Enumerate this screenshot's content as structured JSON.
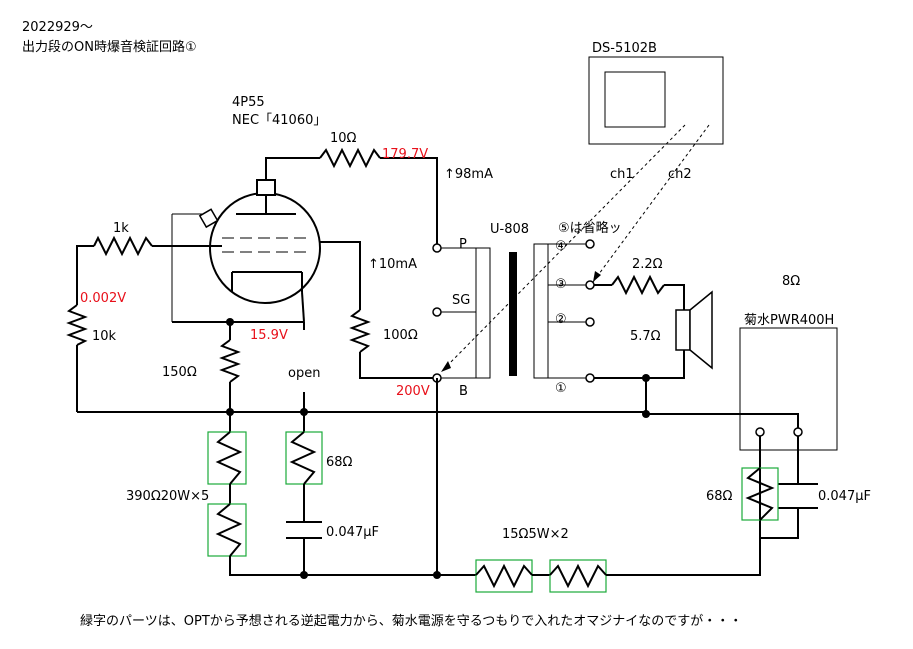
{
  "title_line1": "2022929～",
  "title_line2": "出力段のON時爆音検証回路①",
  "tube": {
    "name": "4P55",
    "code": "NEC「41060」"
  },
  "scope": {
    "name": "DS-5102B",
    "ch1": "ch1",
    "ch2": "ch2"
  },
  "transformer": {
    "name": "U-808",
    "note": "⑤は省略ッ",
    "p": "P",
    "sg": "SG",
    "b": "B",
    "t4": "④",
    "t3": "③",
    "t2": "②",
    "t1": "①"
  },
  "labels": {
    "r_plate": "10Ω",
    "v_plate": "179.7V",
    "i_plate": "↑98mA",
    "r_grid": "1k",
    "v_grid": "0.002V",
    "r_gleak": "10k",
    "v_cathode": "15.9V",
    "r_cathode": "150Ω",
    "open": "open",
    "i_sg": "↑10mA",
    "r_sg": "100Ω",
    "v_b": "200V",
    "r_out": "2.2Ω",
    "spk_out": "5.7Ω",
    "spk_8": "8Ω",
    "psu": "菊水PWR400H",
    "r_bleed": "390Ω20W×5",
    "r_snub": "68Ω",
    "c_snub": "0.047μF",
    "r_series": "15Ω5W×2",
    "r_psu_snub": "68Ω",
    "c_psu_snub": "0.047μF"
  },
  "footer": {
    "green_word": "緑字",
    "rest": "のパーツは、OPTから予想される逆起電力から、菊水電源を守るつもりで入れたオマジナイなのですが・・・"
  }
}
